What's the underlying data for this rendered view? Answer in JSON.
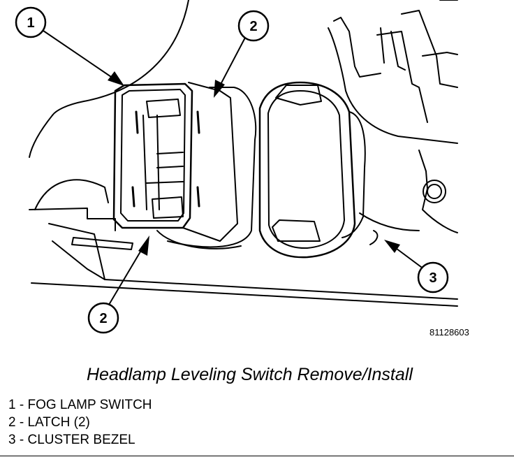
{
  "figure_number": "81128603",
  "caption": "Headlamp Leveling Switch Remove/Install",
  "callouts": [
    {
      "number": "1"
    },
    {
      "number": "2"
    },
    {
      "number": "2"
    },
    {
      "number": "3"
    }
  ],
  "legend": [
    {
      "key": "1",
      "sep": " - ",
      "label": "FOG LAMP SWITCH"
    },
    {
      "key": "2",
      "sep": " - ",
      "label": "LATCH (2)"
    },
    {
      "key": "3",
      "sep": " - ",
      "label": "CLUSTER BEZEL"
    }
  ],
  "colors": {
    "line": "#000000",
    "background": "#ffffff"
  }
}
